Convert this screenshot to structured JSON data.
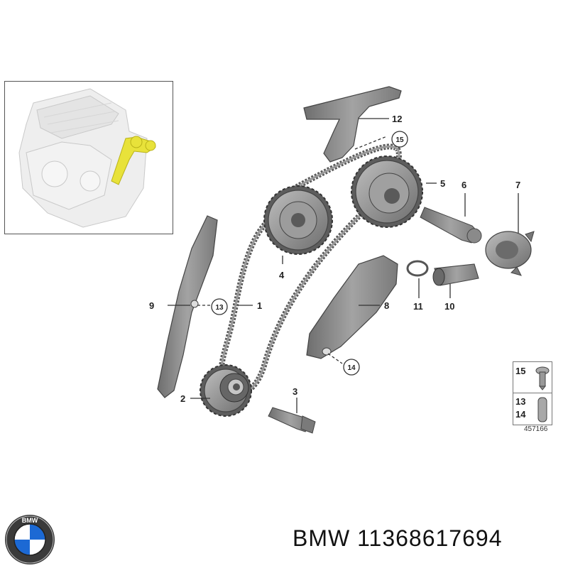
{
  "callouts": {
    "c1": "1",
    "c2": "2",
    "c3": "3",
    "c4": "4",
    "c5": "5",
    "c6": "6",
    "c7": "7",
    "c8": "8",
    "c9": "9",
    "c10": "10",
    "c11": "11",
    "c12": "12"
  },
  "circled_callouts": {
    "c13": "13",
    "c14": "14",
    "c15": "15"
  },
  "legend": {
    "row1": "15",
    "row2a": "13",
    "row2b": "14"
  },
  "diagram_id": "457166",
  "logo_text": "BMW",
  "brand": {
    "text": "BMW 11368617694"
  },
  "colors": {
    "part_gray": "#8a8a8a",
    "highlight_yellow": "#e8e23a"
  }
}
